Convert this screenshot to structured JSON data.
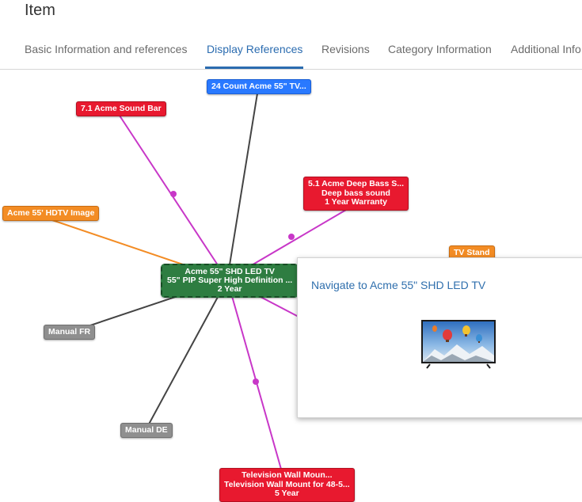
{
  "page": {
    "title": "Item"
  },
  "tabs": [
    {
      "label": "Basic Information and references"
    },
    {
      "label": "Display References"
    },
    {
      "label": "Revisions"
    },
    {
      "label": "Category Information"
    },
    {
      "label": "Additional Info"
    }
  ],
  "graph": {
    "center": {
      "line1": "Acme 55\" SHD LED TV",
      "line2": "55\" PIP Super High Definition ...",
      "line3": "2 Year"
    },
    "nodes": {
      "count_tv": {
        "line1": "24 Count Acme 55\" TV..."
      },
      "sound_bar": {
        "line1": "7.1 Acme Sound Bar"
      },
      "deep_bass": {
        "line1": "5.1 Acme Deep Bass S...",
        "line2": "Deep bass sound",
        "line3": "1 Year Warranty"
      },
      "hdtv_image": {
        "line1": "Acme 55' HDTV Image"
      },
      "tv_stand": {
        "line1": "TV Stand"
      },
      "manual_fr": {
        "line1": "Manual FR"
      },
      "manual_de": {
        "line1": "Manual DE"
      },
      "wall_mount": {
        "line1": "Television Wall Moun...",
        "line2": "Television Wall Mount for 48-5...",
        "line3": "5 Year"
      }
    },
    "colors": {
      "item_reference": "#e8192f",
      "bundle_reference": "#2979ff",
      "image_reference": "#f38c24",
      "document_reference": "#8f8f8f",
      "center_item": "#2e7d41",
      "magenta_edge": "#c837c8",
      "dark_edge": "#444444",
      "orange_edge": "#f38c24"
    }
  },
  "popup": {
    "link": "Navigate to Acme 55\" SHD LED TV",
    "thumbnail_icon": "tv-image"
  }
}
